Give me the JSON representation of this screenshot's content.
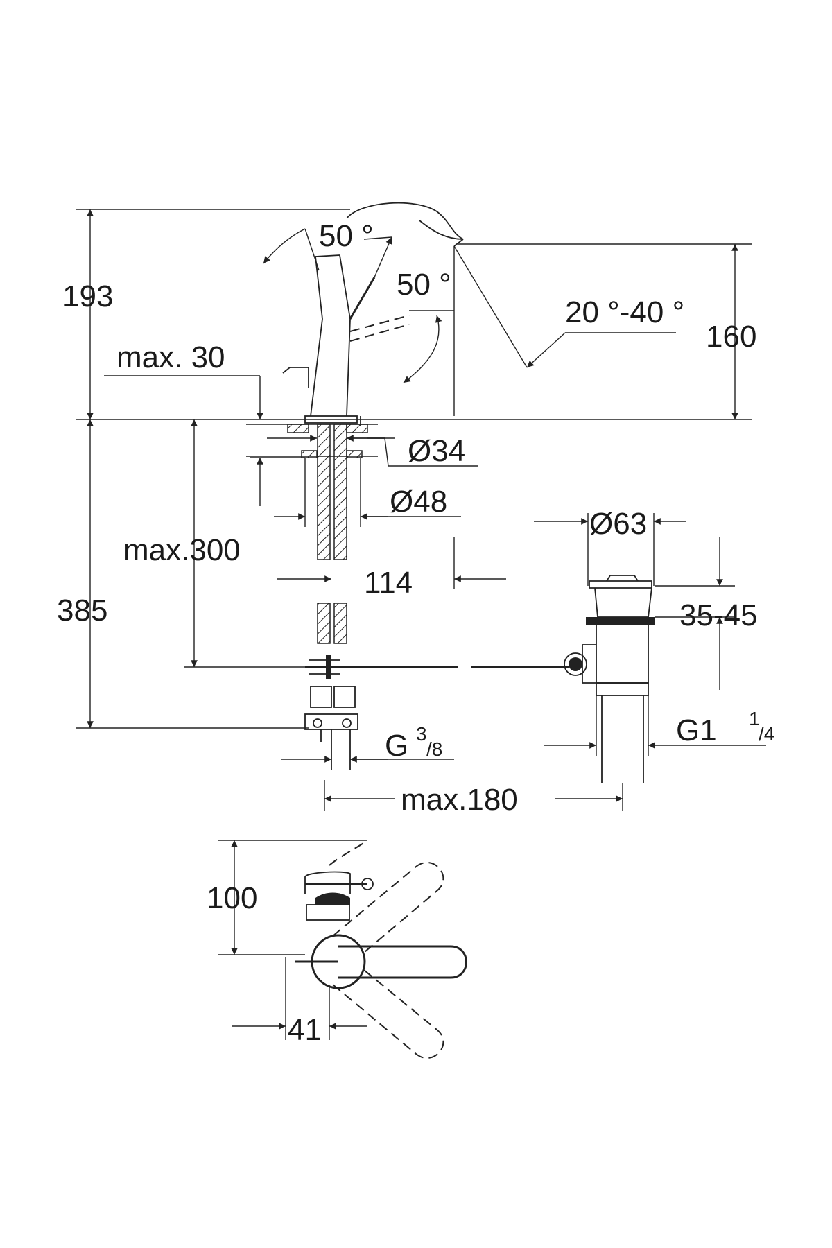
{
  "dimensions": {
    "height_total": "193",
    "angle_lever_top": "50 °",
    "angle_lever_side": "50 °",
    "angle_spout": "20 °-40 °",
    "spout_height": "160",
    "max_deck_thickness": "max. 30",
    "hole_diameter": "Ø34",
    "base_diameter": "Ø48",
    "max_connection_length": "max.300",
    "spout_projection": "114",
    "below_deck": "385",
    "waste_diameter": "Ø63",
    "waste_range": "35-45",
    "connection_thread": "G",
    "connection_thread_fraction_num": "3",
    "connection_thread_fraction_den": "/8",
    "waste_thread": "G1",
    "waste_thread_fraction_num": "1",
    "waste_thread_fraction_den": "/4",
    "max_waste_offset": "max.180",
    "top_view_depth": "100",
    "top_view_offset": "41"
  }
}
